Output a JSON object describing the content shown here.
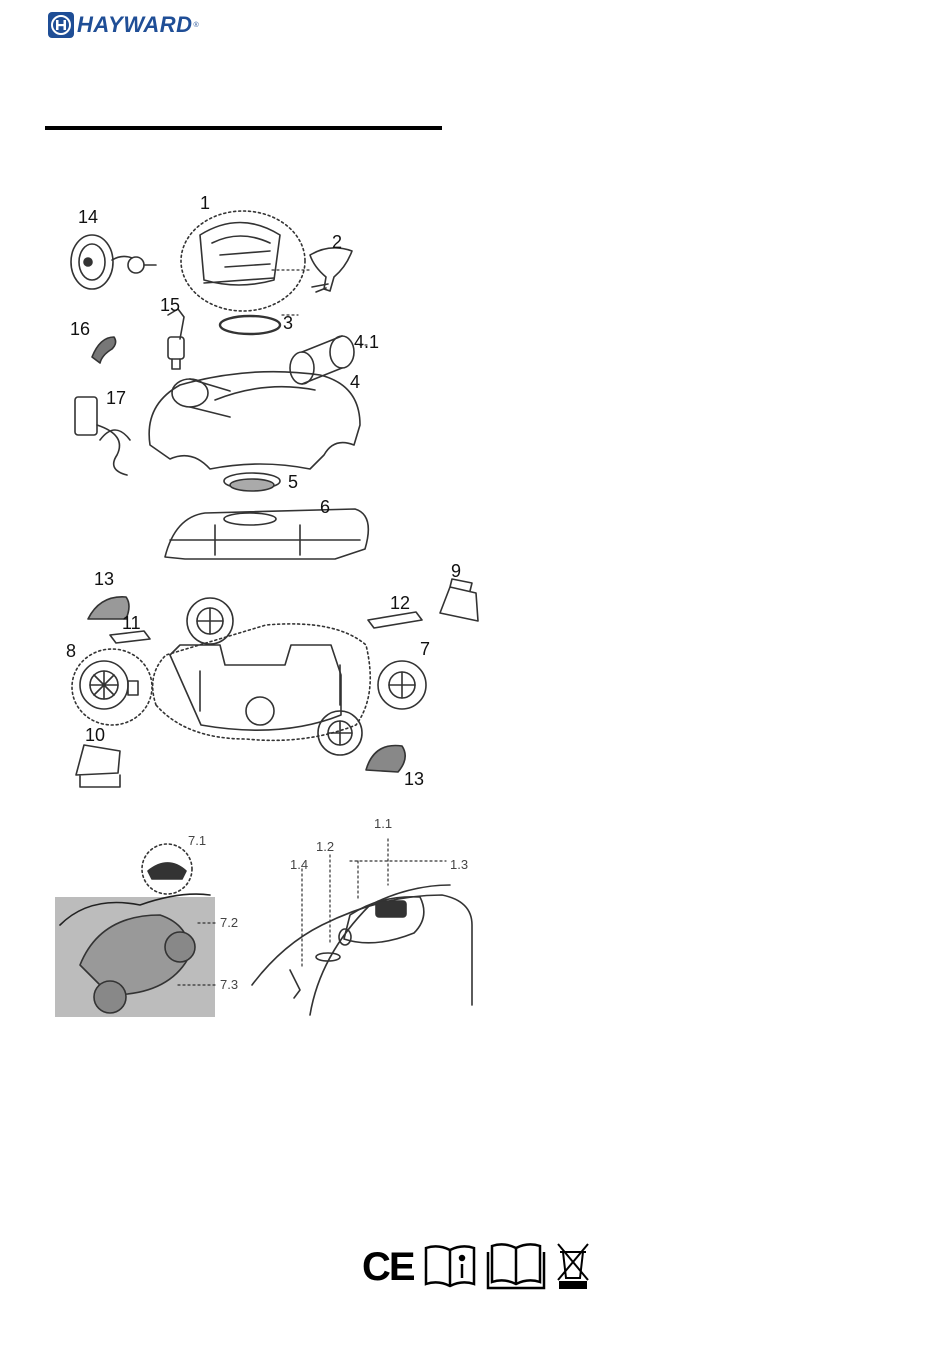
{
  "brand": {
    "logo_text": "HAYWARD",
    "registered_mark": "®",
    "color": "#1f4e96"
  },
  "parts_diagram": {
    "part_labels": [
      "14",
      "1",
      "2",
      "15",
      "3",
      "16",
      "4.1",
      "4",
      "17",
      "5",
      "6",
      "9",
      "13",
      "12",
      "11",
      "8",
      "7",
      "10",
      "13"
    ],
    "detail_labels": [
      "7.1",
      "7.2",
      "7.3",
      "1.1",
      "1.2",
      "1.4",
      "1.3"
    ]
  },
  "compliance_symbols": {
    "ce_mark": "CE",
    "icons": [
      "ce-mark-icon",
      "read-instructions-info-icon",
      "read-manual-icon",
      "weee-crossed-bin-icon"
    ]
  }
}
